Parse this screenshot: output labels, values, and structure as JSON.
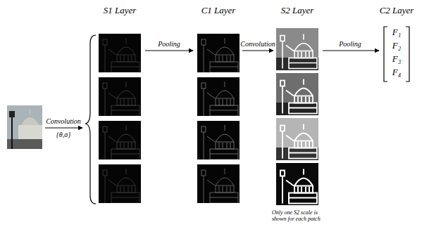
{
  "diagram": {
    "labels": [
      "S1 Layer",
      "C1 Layer",
      "S2 Layer",
      "C2 Layer",
      "Convolution",
      "{θ,σ}",
      "Pooling",
      "Convolution",
      "Pooling",
      "Only one S2 scale is shown for each patch",
      "F₁",
      "F₂",
      "F₃",
      "F₄"
    ]
  }
}
